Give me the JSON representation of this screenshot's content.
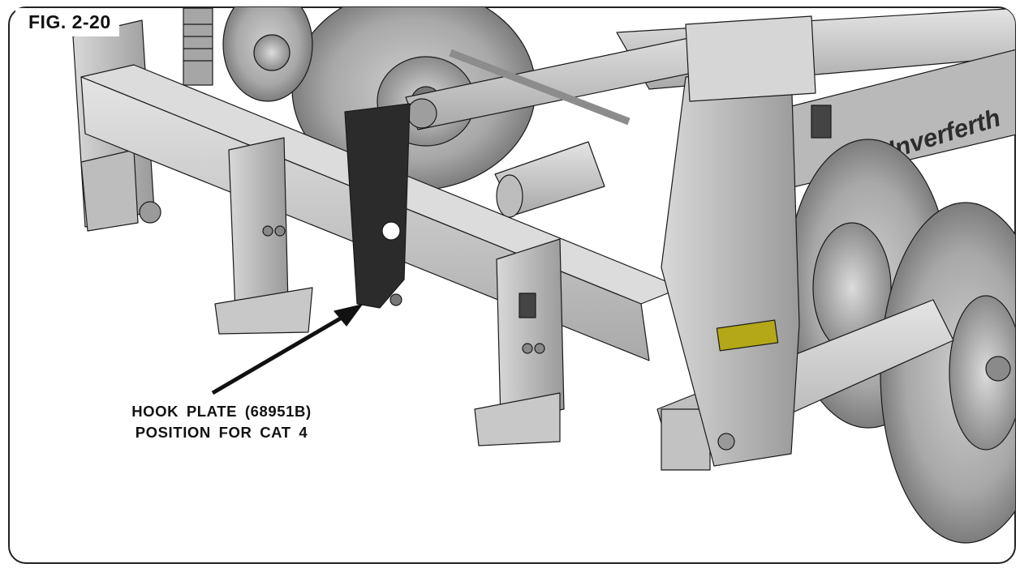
{
  "figure": {
    "label": "FIG. 2-20",
    "brand_decal": "Unverferth"
  },
  "callout": {
    "line1": "HOOK PLATE (68951B)",
    "line2": "POSITION FOR CAT 4"
  },
  "colors": {
    "steel": "#c9c9c9",
    "steel_dark": "#8f8f8f",
    "hook_plate": "#2b2b2b",
    "tire": "#b5b5b5",
    "reflector": "#b4a818",
    "outline": "#1a1a1a"
  }
}
